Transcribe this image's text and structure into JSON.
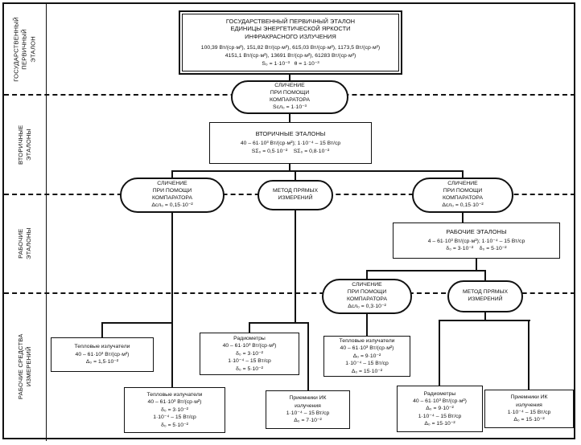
{
  "colors": {
    "line": "#111111",
    "background": "#ffffff"
  },
  "sidebar": {
    "sections": [
      {
        "label": "ГОСУДАРСТВЕННЫЙ\nПЕРВИЧНЫЙ\nЭТАЛОН"
      },
      {
        "label": "ВТОРИЧНЫЕ\nЭТАЛОНЫ"
      },
      {
        "label": "РАБОЧИЕ\nЭТАЛОНЫ"
      },
      {
        "label": "РАБОЧИЕ СРЕДСТВА\nИЗМЕРЕНИЙ"
      }
    ]
  },
  "nodes": {
    "primary": {
      "title": "ГОСУДАРСТВЕННЫЙ ПЕРВИЧНЫЙ ЭТАЛОН\nЕДИНИЦЫ ЭНЕРГЕТИЧЕСКОЙ ЯРКОСТИ\nИНФРАКРАСНОГО ИЗЛУЧЕНИЯ",
      "values": "100,39 Вт/(ср·м²), 151,82 Вт/(ср·м²), 615,03 Вт/(ср·м²), 1173,5 Вт/(ср·м²)\n4151,1 Вт/(ср·м²), 13691 Вт/(ср·м²), 61283 Вт/(ср·м²)\nS₀ = 1·10⁻³   θ = 1·10⁻³"
    },
    "compare_top": {
      "label": "СЛИЧЕНИЕ\nПРИ ПОМОЩИ\nКОМПАРАТОРА\nSсл₀ = 1·10⁻³"
    },
    "secondary": {
      "title": "ВТОРИЧНЫЕ ЭТАЛОНЫ",
      "values": "40 – 61·10³ Вт/(ср·м²); 1·10⁻⁴ – 15 Вт/ср\nSΣ₀ = 0,5·10⁻²    SΣ₀ = 0,8·10⁻²"
    },
    "compare_left": {
      "label": "СЛИЧЕНИЕ\nПРИ ПОМОЩИ\nКОМПАРАТОРА\nΔсл₀ = 0,15·10⁻²"
    },
    "direct_mid": {
      "label": "МЕТОД ПРЯМЫХ\nИЗМЕРЕНИЙ"
    },
    "compare_right": {
      "label": "СЛИЧЕНИЕ\nПРИ ПОМОЩИ\nКОМПАРАТОРА\nΔсл₀ = 0,15·10⁻²"
    },
    "working": {
      "title": "РАБОЧИЕ ЭТАЛОНЫ",
      "values": "4 – 61·10³ Вт/(ср·м²); 1·10⁻⁴ – 15 Вт/ср\nδ₀ = 3·10⁻²    δ₀ = 5·10⁻²"
    },
    "compare_lower": {
      "label": "СЛИЧЕНИЕ\nПРИ ПОМОЩИ\nКОМПАРАТОРА\nΔсл₀ = 0,3·10⁻²"
    },
    "direct_lower": {
      "label": "МЕТОД ПРЯМЫХ\nИЗМЕРЕНИЙ"
    },
    "thermal_1": {
      "label": "Тепловые излучатели\n40 – 61·10³ Вт/(ср·м²)\nΔ₀ = 1,5·10⁻²"
    },
    "radiometers_1": {
      "label": "Радиометры\n40 – 61·10³ Вт/(ср·м²)\nδ₀ = 3·10⁻²\n1·10⁻⁴ – 15 Вт/ср\nδ₀ = 5·10⁻²"
    },
    "thermal_2": {
      "label": "Тепловые излучатели\n40 – 61·10³ Вт/(ср·м²)\nΔ₀ = 9·10⁻²\n1·10⁻⁴ – 15 Вт/ср\nΔ₀ = 15·10⁻²"
    },
    "thermal_3": {
      "label": "Тепловые излучатели\n40 – 61·10³ Вт/(ср·м²)\nδ₀ = 3·10⁻²\n1·10⁻⁴ – 15 Вт/ср\nδ₀ = 5·10⁻²"
    },
    "ik_receivers_1": {
      "label": "Приемники ИК\nизлучения\n1·10⁻⁴ – 15 Вт/ср\nΔ₀ = 7·10⁻²"
    },
    "radiometers_2": {
      "label": "Радиометры\n40 – 61·10³ Вт/(ср·м²)\nΔ₀ = 9·10⁻²\n1·10⁻⁴ – 15 Вт/ср\nΔ₀ = 15·10⁻²"
    },
    "ik_receivers_2": {
      "label": "Приемники ИК\nизлучения\n1·10⁻⁴ – 15 Вт/ср\nΔ₀ = 15·10⁻²"
    }
  }
}
